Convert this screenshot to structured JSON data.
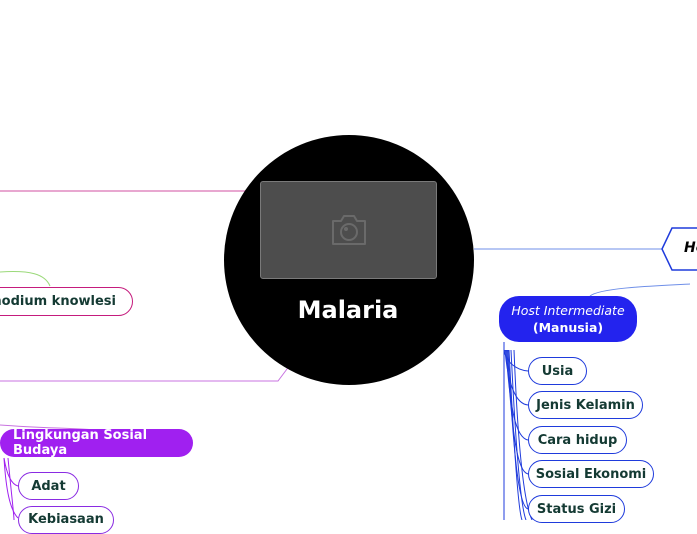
{
  "central": {
    "title": "Malaria",
    "image_icon": "camera-icon"
  },
  "right_branch": {
    "hex_label": "Ho",
    "host": {
      "line1": "Host Intermediate",
      "line2": "(Manusia)"
    },
    "items": [
      "Usia",
      "Jenis Kelamin",
      "Cara hidup",
      "Sosial Ekonomi",
      "Status Gizi"
    ]
  },
  "left_branch": {
    "plasmodium_label": "smodium knowlesi",
    "sosial_budaya": {
      "title": "Lingkungan Sosial Budaya",
      "items": [
        "Adat",
        "Kebiasaan"
      ]
    }
  },
  "colors": {
    "central": "#000000",
    "host_fill": "#2323ee",
    "host_lines": "#1f3bdc",
    "sosial_fill": "#a020f0",
    "magenta": "#c51b7d",
    "connector": "#6f8fe8"
  }
}
